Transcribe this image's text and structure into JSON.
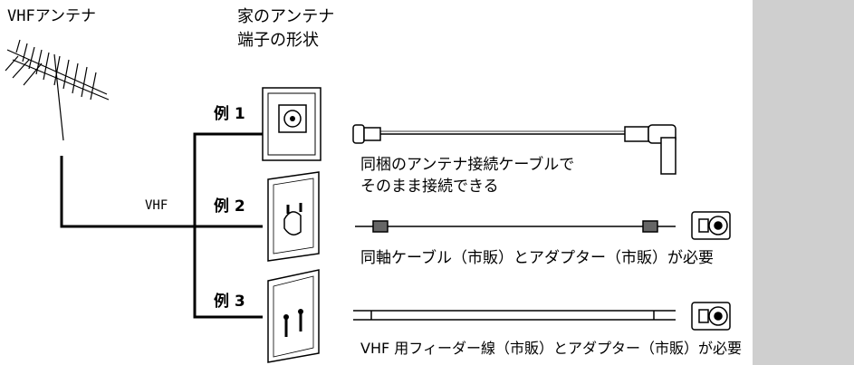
{
  "labels": {
    "vhf_antenna": "VHFアンテナ",
    "home_terminal_line1": "家のアンテナ",
    "home_terminal_line2": "端子の形状",
    "vhf_line": "VHF",
    "example1": "例 1",
    "example2": "例 2",
    "example3": "例 3"
  },
  "captions": {
    "example1_line1": "同梱のアンテナ接続ケーブルで",
    "example1_line2": "そのまま接続できる",
    "example2": "同軸ケーブル（市販）とアダプター（市販）が必要",
    "example3": "VHF 用フィーダー線（市販）とアダプター（市販）が必要"
  },
  "colors": {
    "side_panel": "#cfcfcf",
    "line": "#000000",
    "plate": "#ffffff"
  }
}
